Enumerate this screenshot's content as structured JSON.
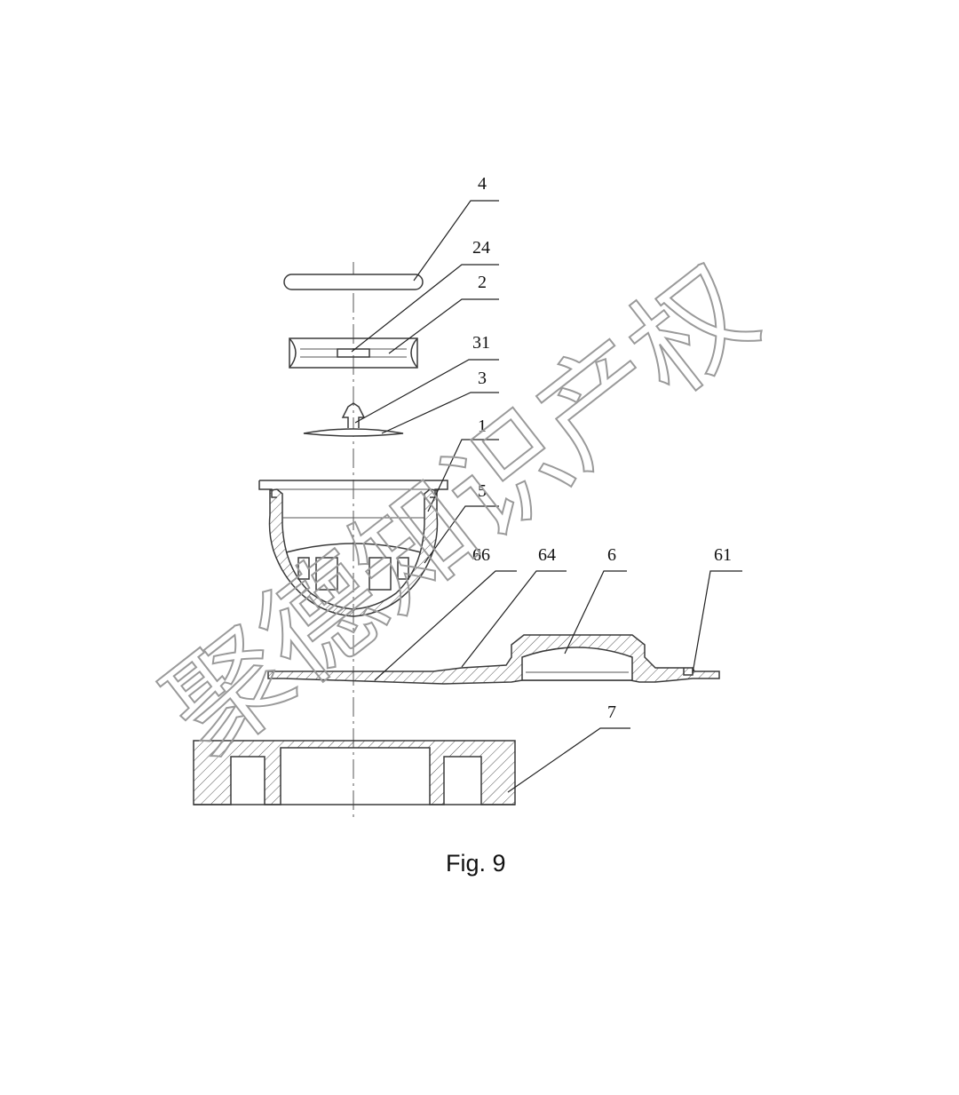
{
  "figure": {
    "caption": "Fig. 9",
    "watermark": "聚德知识产权"
  },
  "callouts": {
    "c4": "4",
    "c24": "24",
    "c2": "2",
    "c31": "31",
    "c3": "3",
    "c1": "1",
    "c5": "5",
    "c66": "66",
    "c64": "64",
    "c6": "6",
    "c61": "61",
    "c7": "7"
  }
}
